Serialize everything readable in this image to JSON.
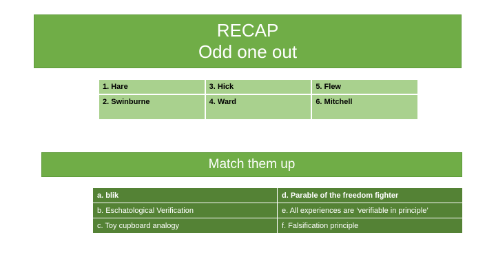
{
  "title": {
    "line1": "RECAP",
    "line2": "Odd one out"
  },
  "names_table": {
    "rows": [
      [
        "1. Hare",
        "3. Hick",
        "5. Flew"
      ],
      [
        "2. Swinburne",
        "4. Ward",
        "6. Mitchell"
      ]
    ]
  },
  "match": {
    "heading": "Match them up",
    "rows": [
      [
        "a. blik",
        "d. Parable of the freedom fighter"
      ],
      [
        "b. Eschatological Verification",
        "e. All experiences are ‘verifiable in principle’"
      ],
      [
        "c. Toy cupboard analogy",
        "f. Falsification principle"
      ]
    ]
  },
  "colors": {
    "title_green": "#70ad47",
    "light_green": "#a9d18e",
    "dark_green": "#548235"
  }
}
